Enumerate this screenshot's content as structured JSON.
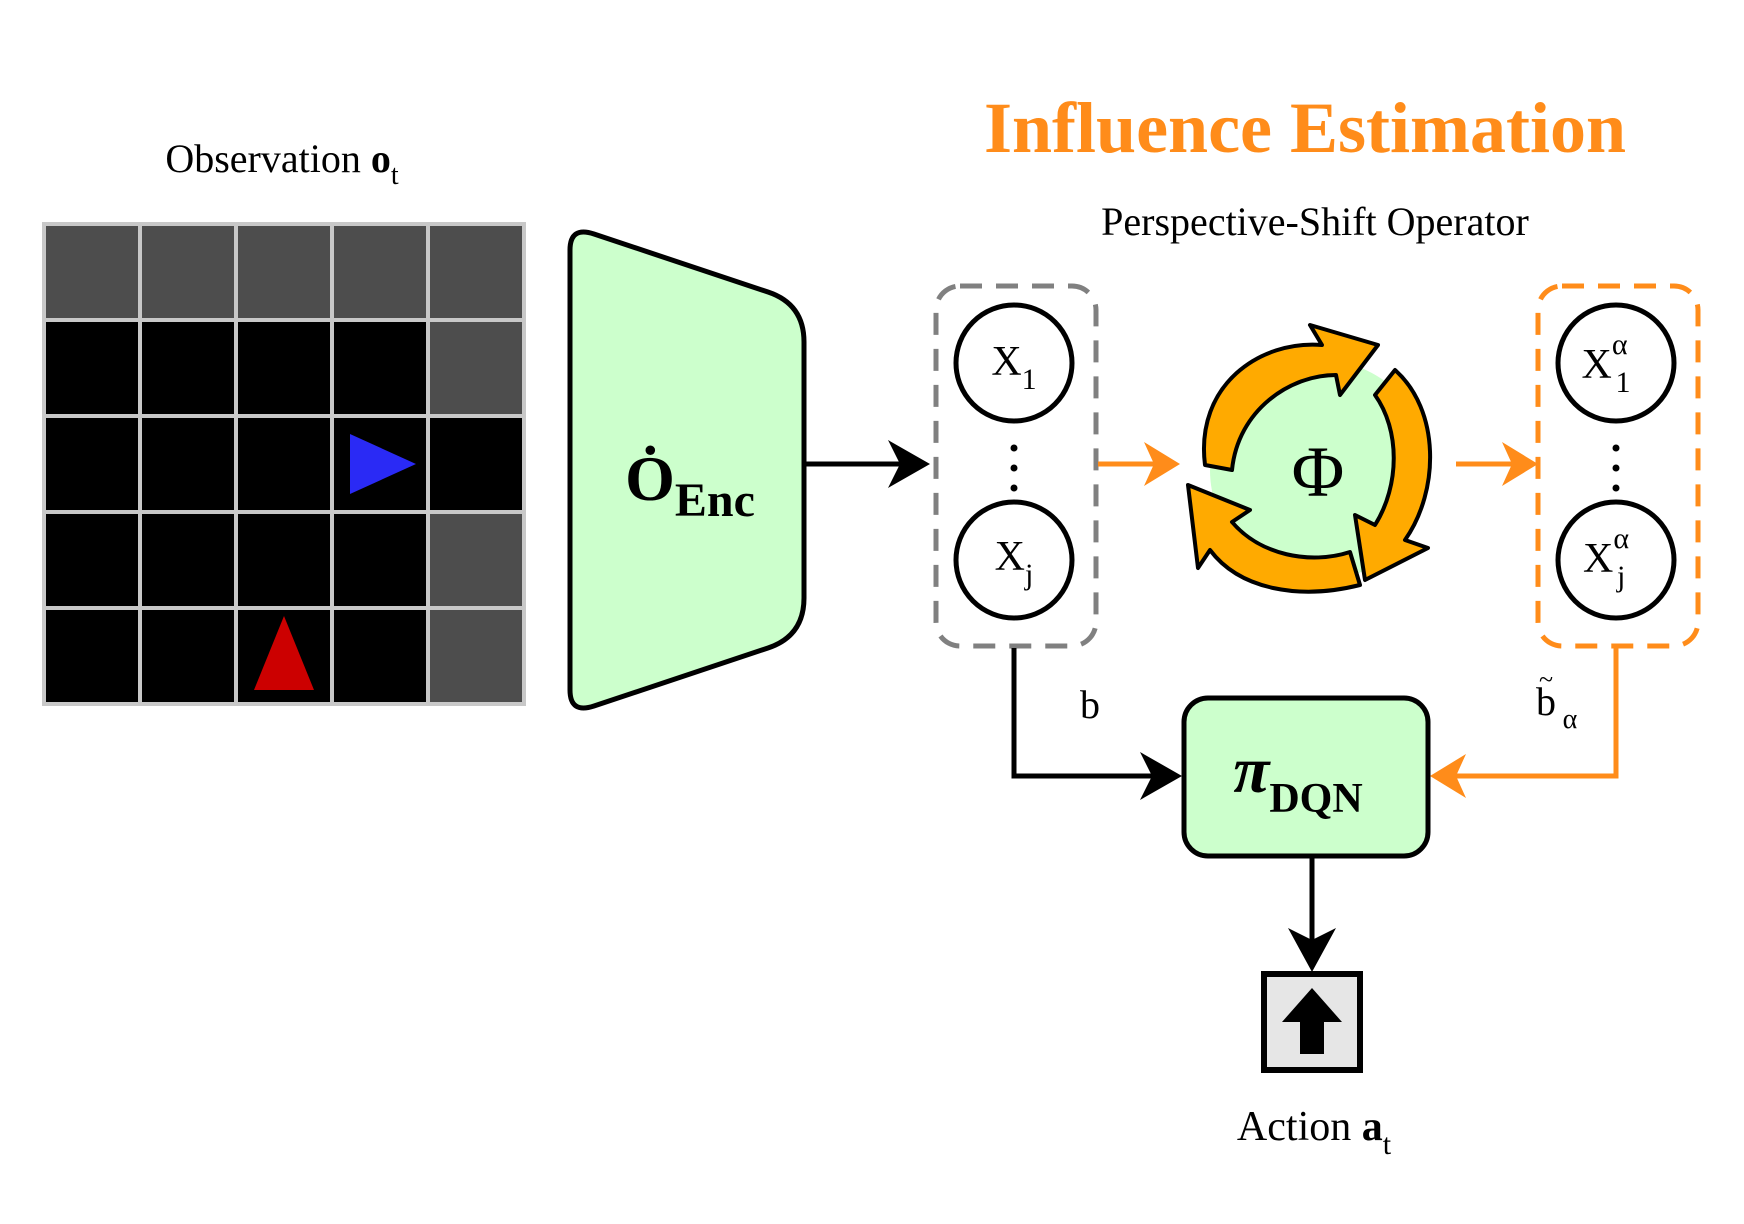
{
  "observation": {
    "label": "Observation ",
    "symbol": "o",
    "subscript": "t",
    "grid": [
      [
        "wall",
        "wall",
        "wall",
        "wall",
        "wall"
      ],
      [
        "floor",
        "floor",
        "floor",
        "floor",
        "wall"
      ],
      [
        "floor",
        "floor",
        "floor",
        "agent-blue",
        "floor"
      ],
      [
        "floor",
        "floor",
        "floor",
        "floor",
        "wall"
      ],
      [
        "floor",
        "floor",
        "agent-red",
        "floor",
        "wall"
      ]
    ],
    "colors": {
      "wall": "#4d4d4d",
      "floor": "#000000",
      "gridline": "#c8c8c8",
      "agent_blue": "#2a2af5",
      "agent_red": "#cc0000"
    }
  },
  "encoder": {
    "symbol": "Ȯ",
    "subscript": "Enc",
    "fill": "#ccffcc"
  },
  "influence": {
    "title": "Influence Estimation",
    "subtitle": "Perspective-Shift Operator",
    "operator_symbol": "Φ",
    "accent": "#ff8c1a",
    "arrow_fill": "#ffaa00"
  },
  "latent_left": {
    "nodes": [
      {
        "base": "X",
        "sub": "1"
      },
      {
        "base": "X",
        "sub": "j"
      }
    ],
    "edge_label": "b",
    "border": "#808080"
  },
  "latent_right": {
    "nodes": [
      {
        "base": "X",
        "sup": "α",
        "sub": "1"
      },
      {
        "base": "X",
        "sup": "α",
        "sub": "j"
      }
    ],
    "edge_label_base": "b",
    "edge_label_sub": "α",
    "border": "#ff8c1a"
  },
  "policy": {
    "symbol": "π",
    "subscript": "DQN",
    "fill": "#ccffcc"
  },
  "action": {
    "label": "Action ",
    "symbol": "a",
    "subscript": "t",
    "icon": "up-arrow-icon",
    "fill": "#e6e6e6"
  }
}
